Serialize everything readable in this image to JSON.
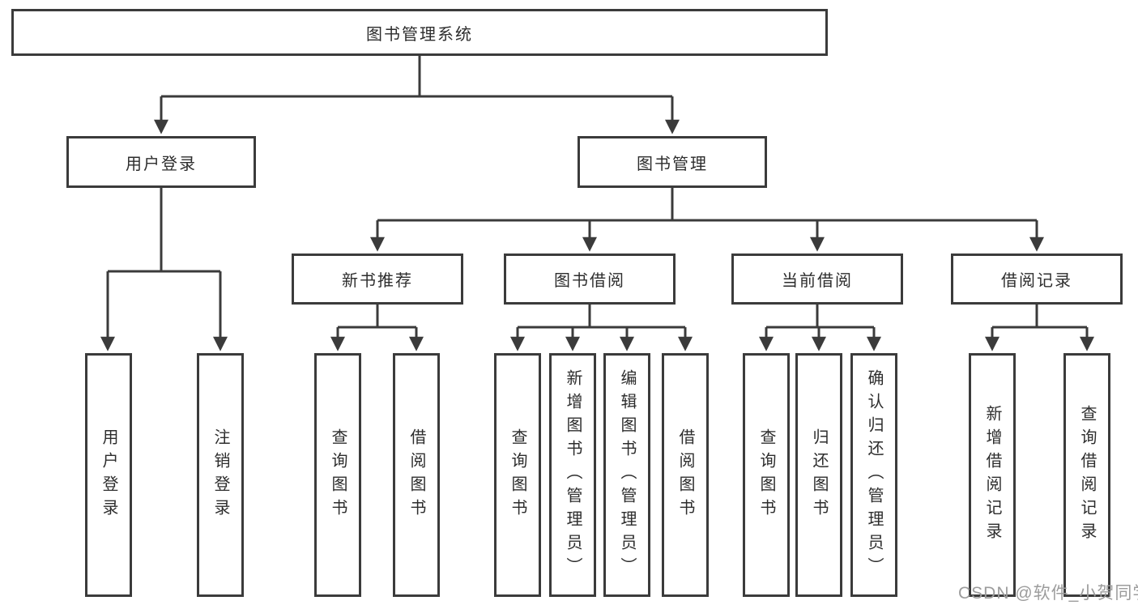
{
  "watermark": "CSDN @软件_小贺同学",
  "tree": {
    "root": {
      "label": "图书管理系统"
    },
    "level2": [
      {
        "id": "user-login",
        "label": "用户登录"
      },
      {
        "id": "book-management",
        "label": "图书管理"
      }
    ],
    "level3": [
      {
        "id": "new-book-recommend",
        "label": "新书推荐",
        "parent": "图书管理"
      },
      {
        "id": "book-borrowing",
        "label": "图书借阅",
        "parent": "图书管理"
      },
      {
        "id": "current-borrowing",
        "label": "当前借阅",
        "parent": "图书管理"
      },
      {
        "id": "borrow-records",
        "label": "借阅记录",
        "parent": "图书管理"
      }
    ],
    "leaves": [
      {
        "id": "user-login-action",
        "label": "用户登录",
        "parent": "用户登录"
      },
      {
        "id": "logout-action",
        "label": "注销登录",
        "parent": "用户登录"
      },
      {
        "id": "nb-query-books",
        "label": "查询图书",
        "parent": "新书推荐"
      },
      {
        "id": "nb-borrow-books",
        "label": "借阅图书",
        "parent": "新书推荐"
      },
      {
        "id": "bb-query-books",
        "label": "查询图书",
        "parent": "图书借阅"
      },
      {
        "id": "bb-add-books",
        "label": "新增图书（管理员）",
        "parent": "图书借阅"
      },
      {
        "id": "bb-edit-books",
        "label": "编辑图书（管理员）",
        "parent": "图书借阅"
      },
      {
        "id": "bb-borrow-books",
        "label": "借阅图书",
        "parent": "图书借阅"
      },
      {
        "id": "cb-query-books",
        "label": "查询图书",
        "parent": "当前借阅"
      },
      {
        "id": "cb-return-books",
        "label": "归还图书",
        "parent": "当前借阅"
      },
      {
        "id": "cb-confirm-return",
        "label": "确认归还（管理员）",
        "parent": "当前借阅"
      },
      {
        "id": "br-add-record",
        "label": "新增借阅记录",
        "parent": "借阅记录"
      },
      {
        "id": "br-query-record",
        "label": "查询借阅记录",
        "parent": "借阅记录"
      }
    ]
  }
}
